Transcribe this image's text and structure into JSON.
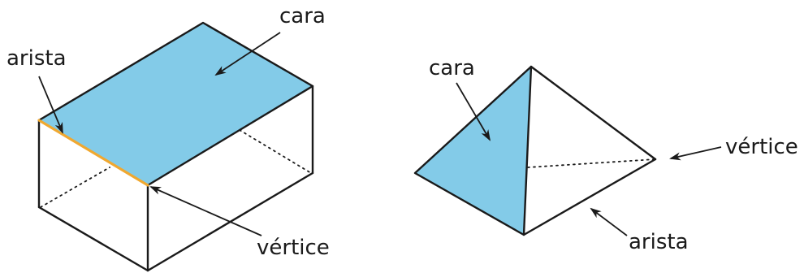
{
  "colors": {
    "face_fill": "#83cbe8",
    "highlight_edge": "#f0a830",
    "stroke": "#1a1a1a",
    "background": "#ffffff"
  },
  "prism": {
    "labels": {
      "face": "cara",
      "edge": "arista",
      "vertex": "vértice"
    }
  },
  "pyramid": {
    "labels": {
      "face": "cara",
      "vertex": "vértice",
      "edge": "arista"
    }
  }
}
